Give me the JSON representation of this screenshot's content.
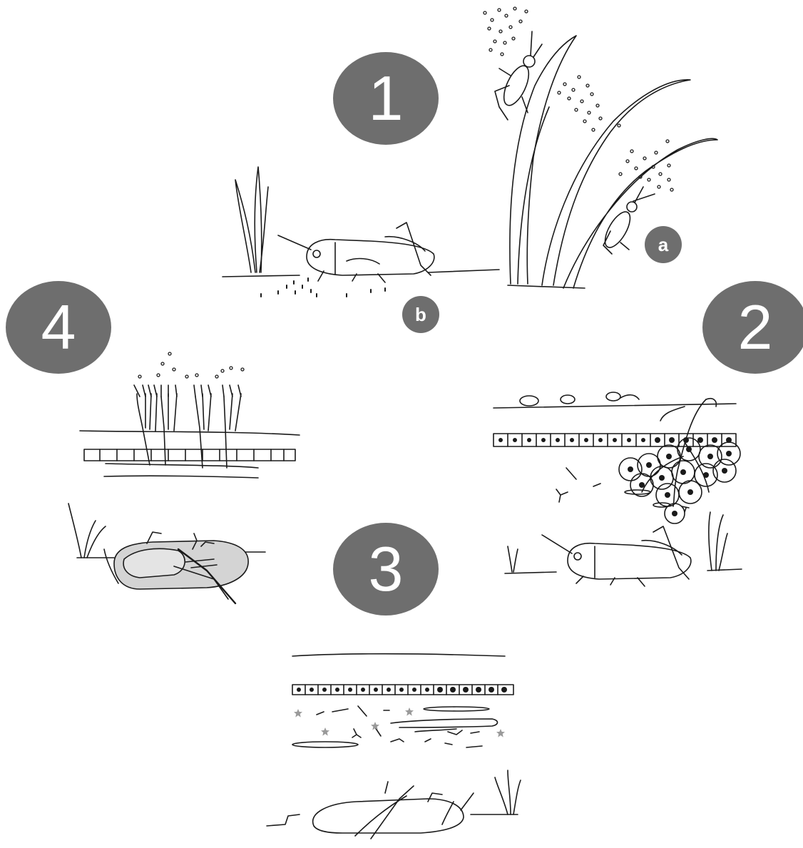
{
  "stages": [
    {
      "label": "1"
    },
    {
      "label": "2"
    },
    {
      "label": "3"
    },
    {
      "label": "4"
    }
  ],
  "callouts": [
    {
      "label": "a"
    },
    {
      "label": "b"
    }
  ],
  "colors": {
    "badge": "#6e6e6e",
    "line": "#1a1a1a",
    "star": "#9a9a9a",
    "cadaver": "#d4d4d4"
  },
  "icons": [
    "grasshopper-icon",
    "grass-icon",
    "spore-icon",
    "cell-layer-icon",
    "star-icon"
  ]
}
